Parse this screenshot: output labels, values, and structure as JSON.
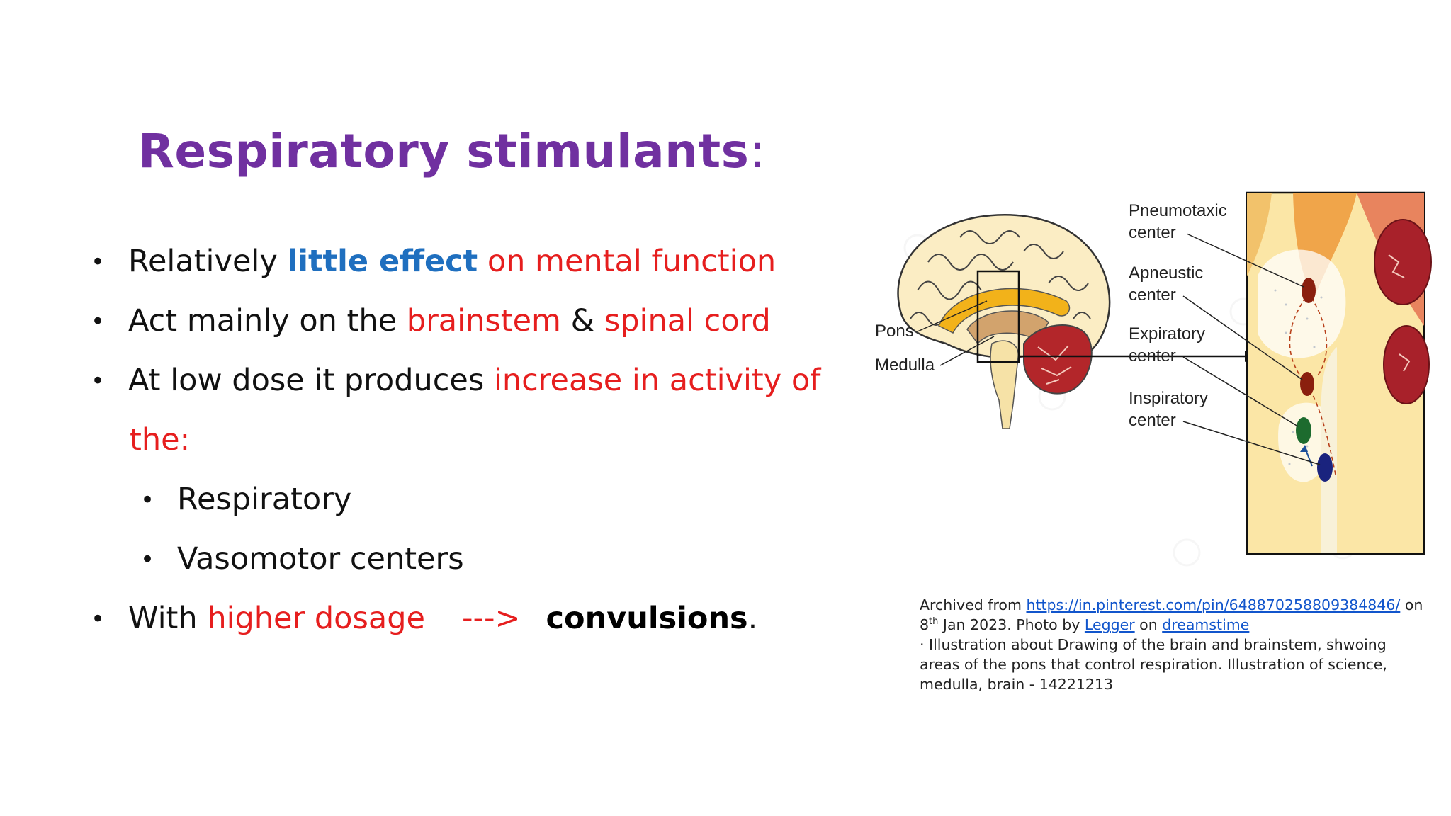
{
  "title": {
    "text": "Respiratory stimulants",
    "colon": ":"
  },
  "bullets": {
    "b1": {
      "part1": "Relatively ",
      "part2": "little effect",
      "part3": " on mental function"
    },
    "b2": {
      "part1": "Act mainly on the ",
      "part2": "brainstem",
      "part3": " & ",
      "part4": "spinal cord"
    },
    "b3": {
      "part1": "At low dose it produces ",
      "part2": "increase in activity of",
      "cont": "the:"
    },
    "sub1": "Respiratory",
    "sub2": "Vasomotor centers",
    "b4": {
      "part1": "With ",
      "part2": "higher dosage",
      "arrow": "--->",
      "part3": "convulsions",
      "part4": "."
    },
    "bullet_glyph": "•"
  },
  "figure": {
    "labels": {
      "pneumotaxic_1": "Pneumotaxic",
      "pneumotaxic_2": "center",
      "apneustic_1": "Apneustic",
      "apneustic_2": "center",
      "expiratory_1": "Expiratory",
      "expiratory_2": "center",
      "inspiratory_1": "Inspiratory",
      "inspiratory_2": "center",
      "pons": "Pons",
      "medulla": "Medulla"
    }
  },
  "caption": {
    "archived_from": "Archived from ",
    "url": "https://in.pinterest.com/pin/648870258809384846/",
    "on": " on",
    "day": "8",
    "day_suffix": "th",
    "date_rest": " Jan 2023. Photo by ",
    "author": "Legger",
    "on2": " on ",
    "site": "dreamstime",
    "description": " · Illustration about Drawing of the brain and brainstem, shwoing areas of the pons that control respiration. Illustration of science, medulla, brain - 14221213"
  },
  "colors": {
    "title": "#7030a0",
    "emphasis_red": "#e61e1e",
    "emphasis_blue": "#1f6fbf",
    "link": "#1155cc"
  }
}
